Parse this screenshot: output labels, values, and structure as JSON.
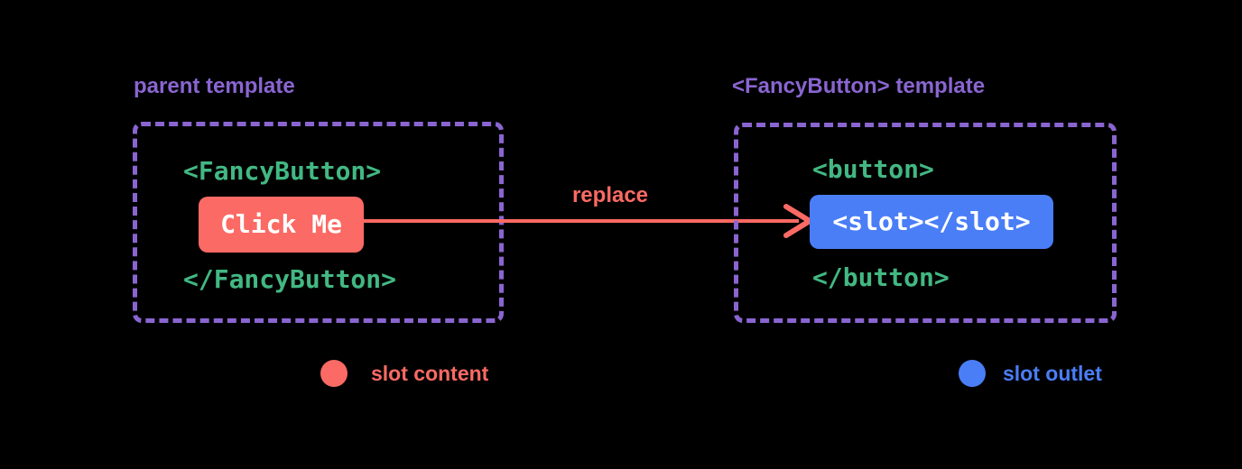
{
  "colors": {
    "background": "#000000",
    "purple": "#8a65d1",
    "green": "#42b883",
    "red": "#fb6a64",
    "blue": "#4a7ef7",
    "white": "#ffffff"
  },
  "parent_panel": {
    "title": "parent template",
    "code_open_tag": "<FancyButton>",
    "slot_content_button_label": "Click Me",
    "code_close_tag": "</FancyButton>"
  },
  "arrow": {
    "label": "replace"
  },
  "fancy_button_panel": {
    "title": "<FancyButton> template",
    "code_open_tag": "<button>",
    "slot_outlet_label": "<slot></slot>",
    "code_close_tag": "</button>"
  },
  "legend": {
    "slot_content_label": "slot content",
    "slot_outlet_label": "slot outlet"
  }
}
